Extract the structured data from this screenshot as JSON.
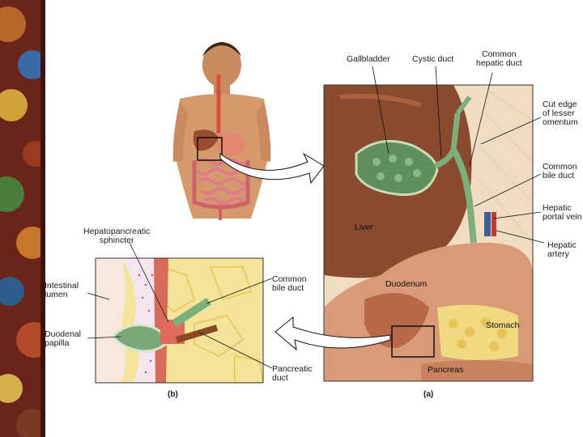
{
  "labels": {
    "gallbladder": "Gallbladder",
    "cystic_duct": "Cystic duct",
    "common_hepatic_duct": "Common\nhepatic duct",
    "lesser_omentum": "Cut edge\nof lesser\nomentum",
    "common_bile_duct_a": "Common\nbile duct",
    "hepatic_portal_vein": "Hepatic\nportal vein",
    "hepatic_artery": "Hepatic\nartery",
    "liver": "Liver",
    "duodenum": "Duodenum",
    "stomach": "Stomach",
    "pancreas": "Pancreas",
    "hepatopancreatic_sphincter": "Hepatopancreatic\nsphincter",
    "intestinal_lumen": "Intestinal\nlumen",
    "duodenal_papilla": "Duodenal\npapilla",
    "common_bile_duct_b": "Common\nbile duct",
    "pancreatic_duct": "Pancreatic\nduct"
  },
  "panels": {
    "a": "(a)",
    "b": "(b)"
  },
  "colors": {
    "liver": "#8a4a2e",
    "gallbladder": "#6f9c6a",
    "bile_duct": "#7bb07a",
    "pancreas": "#f1d980",
    "stomach": "#d99a78",
    "skin": "#c98a5e",
    "strip": "#7a2a1e"
  }
}
